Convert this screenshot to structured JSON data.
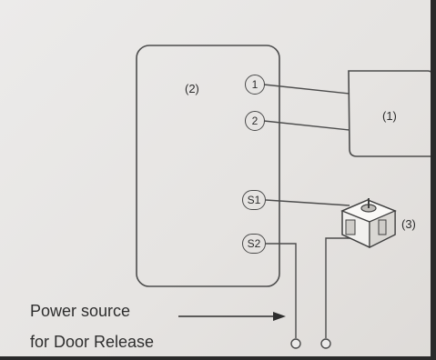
{
  "diagram": {
    "controller_label": "(2)",
    "device_label": "(1)",
    "button_label": "(3)",
    "pins": {
      "p1": "1",
      "p2": "2",
      "s1": "S1",
      "s2": "S2"
    },
    "caption": {
      "line1": "Power source",
      "line2": "for Door Release"
    }
  }
}
